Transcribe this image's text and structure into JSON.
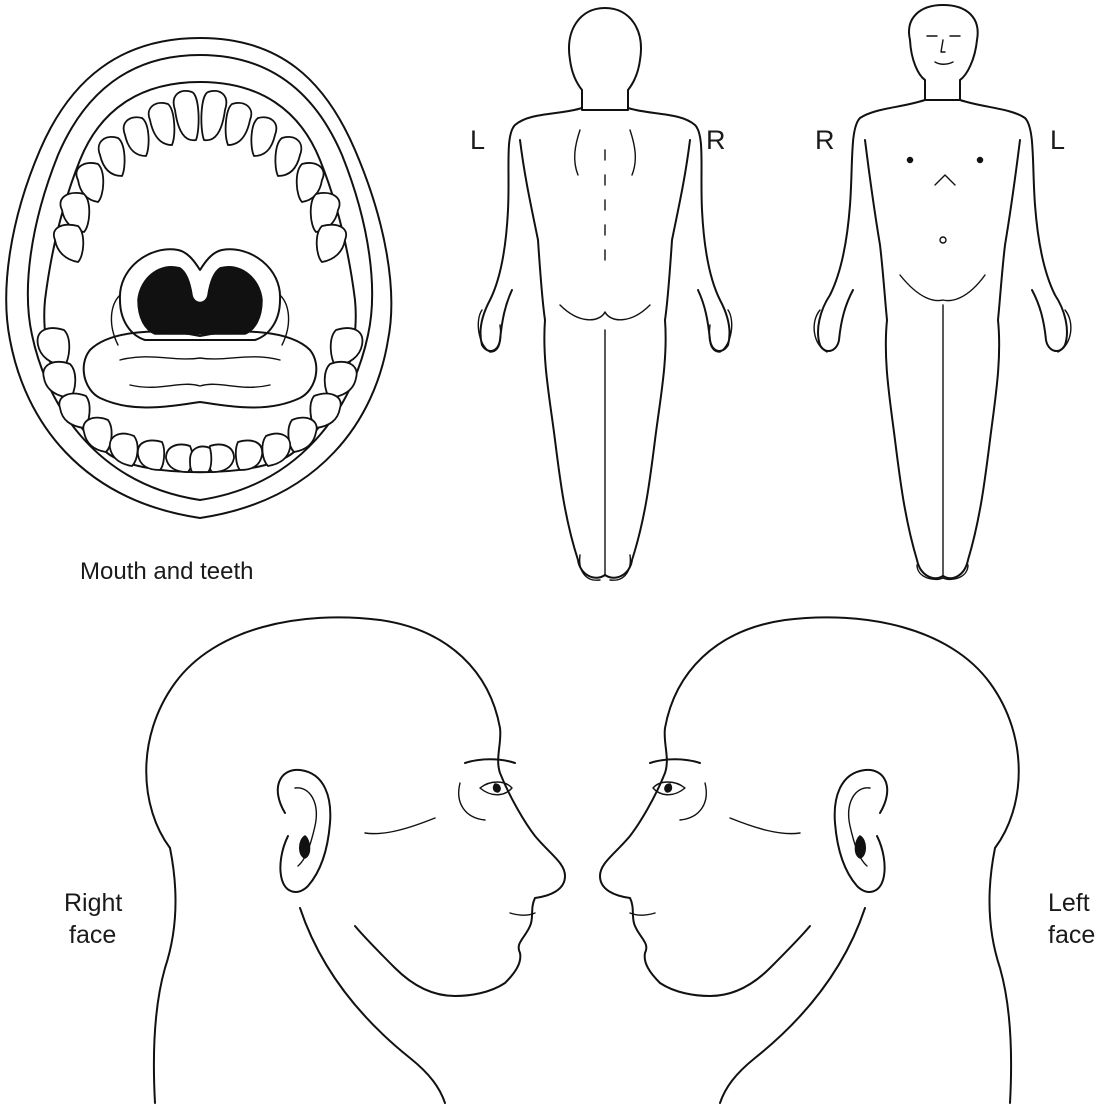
{
  "mouth": {
    "caption": "Mouth and teeth"
  },
  "back_view": {
    "left_letter": "L",
    "right_letter": "R"
  },
  "front_view": {
    "right_letter": "R",
    "left_letter": "L"
  },
  "right_face": {
    "label_line1": "Right",
    "label_line2": "face"
  },
  "left_face": {
    "label_line1": "Left",
    "label_line2": "face"
  },
  "colors": {
    "ink": "#111111",
    "background": "#ffffff"
  }
}
